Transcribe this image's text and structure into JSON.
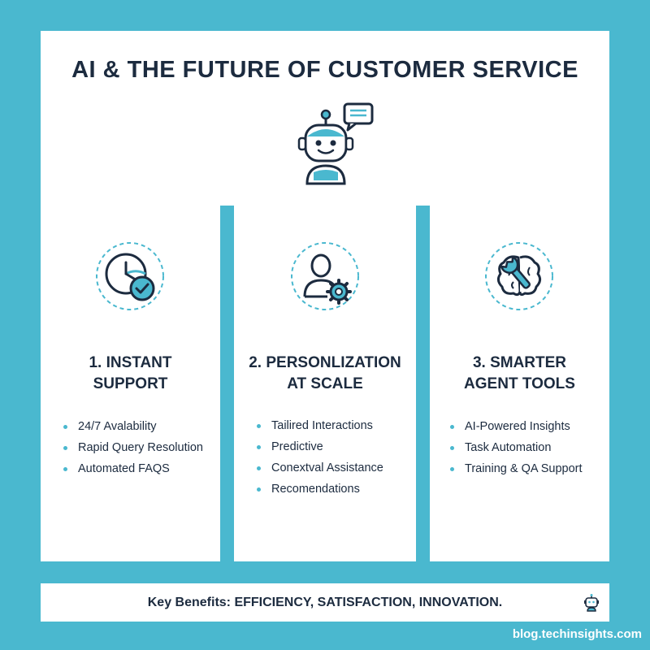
{
  "title": "AI & THE FUTURE OF CUSTOMER SERVICE",
  "colors": {
    "accent": "#4ab8cf",
    "dark": "#1c2b3f",
    "panel": "#ffffff"
  },
  "pillars": [
    {
      "title_line1": "1. INSTANT",
      "title_line2": "SUPPORT",
      "icon": "clock-check-icon",
      "bullets": [
        "24/7 Avalability",
        "Rapid Query Resolution",
        "Automated FAQS"
      ]
    },
    {
      "title_line1": "2. PERSONLIZATION",
      "title_line2": "AT SCALE",
      "icon": "user-gear-icon",
      "bullets": [
        "Tailired Interactions",
        "Predictive",
        "Conextval Assistance",
        "Recomendations"
      ]
    },
    {
      "title_line1": "3. SMARTER",
      "title_line2": "AGENT TOOLS",
      "icon": "brain-wrench-icon",
      "bullets": [
        "AI-Powered Insights",
        "Task Automation",
        "Training & QA Support"
      ]
    }
  ],
  "footer": {
    "text": "Key Benefits: EFFICIENCY, SATISFACTION, INNOVATION."
  },
  "domain": "blog.techinsights.com"
}
